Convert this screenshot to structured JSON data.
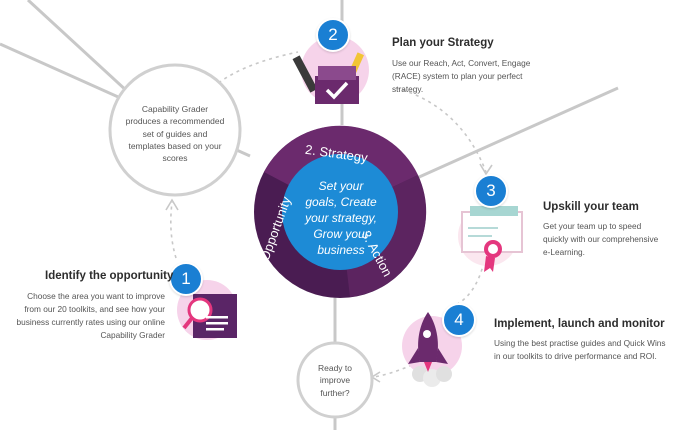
{
  "center": {
    "lines": [
      "Set your",
      "goals, Create",
      "your strategy,",
      "Grow your",
      "business"
    ],
    "segments": [
      "2. Strategy",
      "3. Action",
      "1. Opportunity"
    ]
  },
  "capability_grader": {
    "lines": [
      "Capability Grader",
      "produces a recommended",
      "set of guides and",
      "templates based on your",
      "scores"
    ]
  },
  "ready": {
    "lines": [
      "Ready to",
      "improve",
      "further?"
    ]
  },
  "steps": [
    {
      "number": "1",
      "title": "Identify the opportunity",
      "desc": [
        "Choose the area you want to improve",
        "from our 20 toolkits, and see how your",
        "business currently rates using our online",
        "Capability Grader"
      ]
    },
    {
      "number": "2",
      "title": "Plan your Strategy",
      "desc": [
        "Use our Reach, Act, Convert, Engage",
        "(RACE) system to plan your perfect",
        "strategy."
      ]
    },
    {
      "number": "3",
      "title": "Upskill your team",
      "desc": [
        "Get your team up to speed",
        "quickly with our comprehensive",
        "e-Learning."
      ]
    },
    {
      "number": "4",
      "title": "Implement, launch and monitor",
      "desc": [
        "Using the best practise guides and Quick Wins",
        "in our toolkits to drive performance and ROI."
      ]
    }
  ],
  "colors": {
    "badge": "#1a7fd3",
    "ring": "#6b2a6d",
    "ring_dark": "#4a1c52",
    "center": "#1d8bd6",
    "accent_pink": "#e4377e"
  },
  "icons": [
    "magnifier-document-icon",
    "pens-clipboard-icon",
    "certificate-icon",
    "rocket-icon"
  ]
}
